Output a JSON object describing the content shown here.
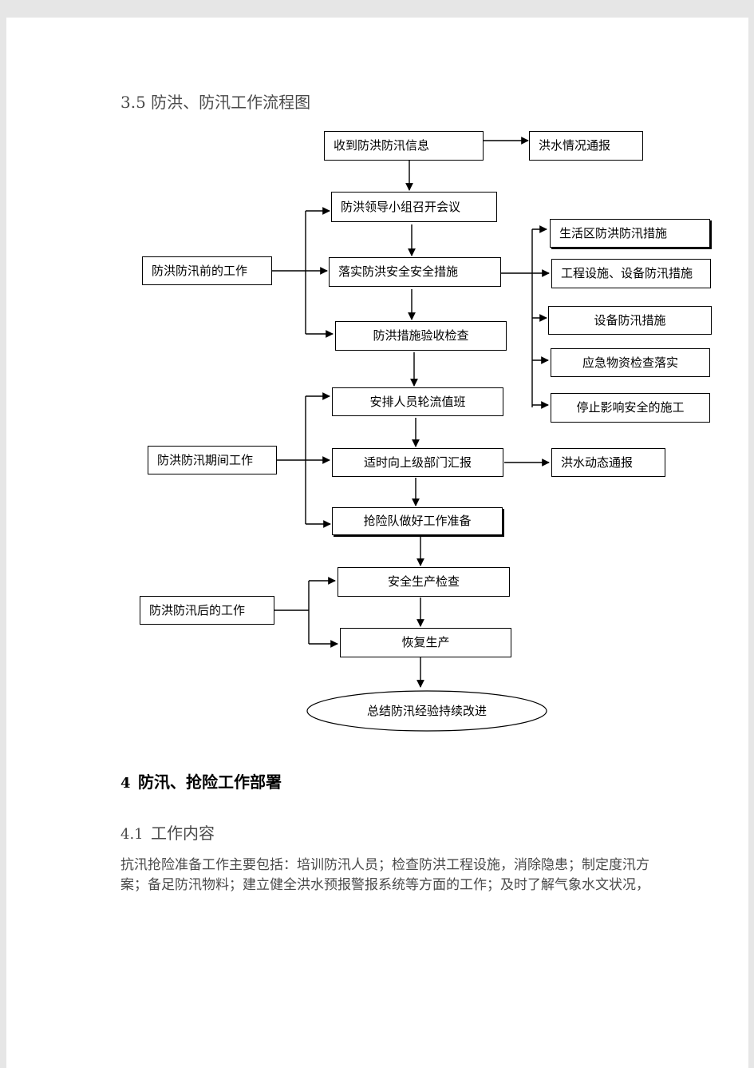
{
  "section_3_5": {
    "title": "3.5 防洪、防汛工作流程图"
  },
  "flowchart": {
    "receive_info": "收到防洪防汛信息",
    "flood_situation_report": "洪水情况通报",
    "leader_meeting": "防洪领导小组召开会议",
    "implement_measures": "落实防洪安全安全措施",
    "acceptance_check": "防洪措施验收检查",
    "pre_work": "防洪防汛前的工作",
    "living_area_measures": "生活区防洪防汛措施",
    "engineering_measures": "工程设施、设备防汛措施",
    "equipment_measures": "设备防汛措施",
    "emergency_supplies": "应急物资检查落实",
    "stop_construction": "停止影响安全的施工",
    "shift_duty": "安排人员轮流值班",
    "report_superior": "适时向上级部门汇报",
    "flood_dynamic_report": "洪水动态通报",
    "rescue_prep": "抢险队做好工作准备",
    "during_work": "防洪防汛期间工作",
    "safety_check": "安全生产检查",
    "resume_production": "恢复生产",
    "post_work": "防洪防汛后的工作",
    "summary": "总结防汛经验持续改进"
  },
  "section_4": {
    "number": "4",
    "title": "防汛、抢险工作部署"
  },
  "section_4_1": {
    "number": "4.1",
    "title": "工作内容"
  },
  "paragraph": "抗汛抢险准备工作主要包括：培训防汛人员；检查防洪工程设施，消除隐患；制定度汛方案；备足防汛物料；建立健全洪水预报警报系统等方面的工作；及时了解气象水文状况，"
}
